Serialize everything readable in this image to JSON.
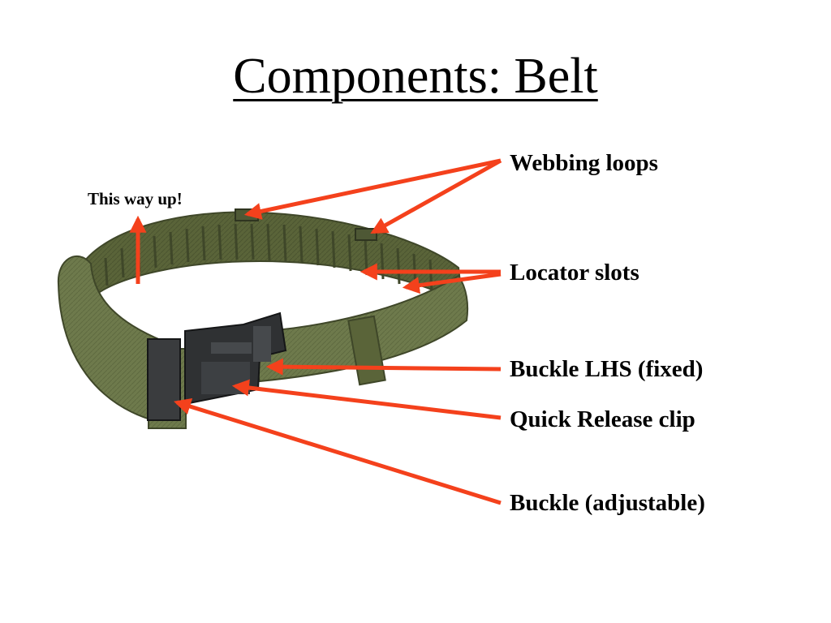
{
  "slide": {
    "title": "Components: Belt"
  },
  "annotations": {
    "orientation_note": "This way up!",
    "labels": {
      "webbing_loops": "Webbing loops",
      "locator_slots": "Locator slots",
      "buckle_lhs": "Buckle LHS (fixed)",
      "quick_release": "Quick Release clip",
      "buckle_adjustable": "Buckle (adjustable)"
    }
  },
  "colors": {
    "arrow": "#f4411c",
    "belt": "#6e7a4c",
    "belt_dark": "#4e5835",
    "belt_light": "#8a9563",
    "buckle": "#2f3133"
  },
  "image": {
    "subject": "olive-green-webbing-belt-with-black-quick-release-buckle"
  }
}
